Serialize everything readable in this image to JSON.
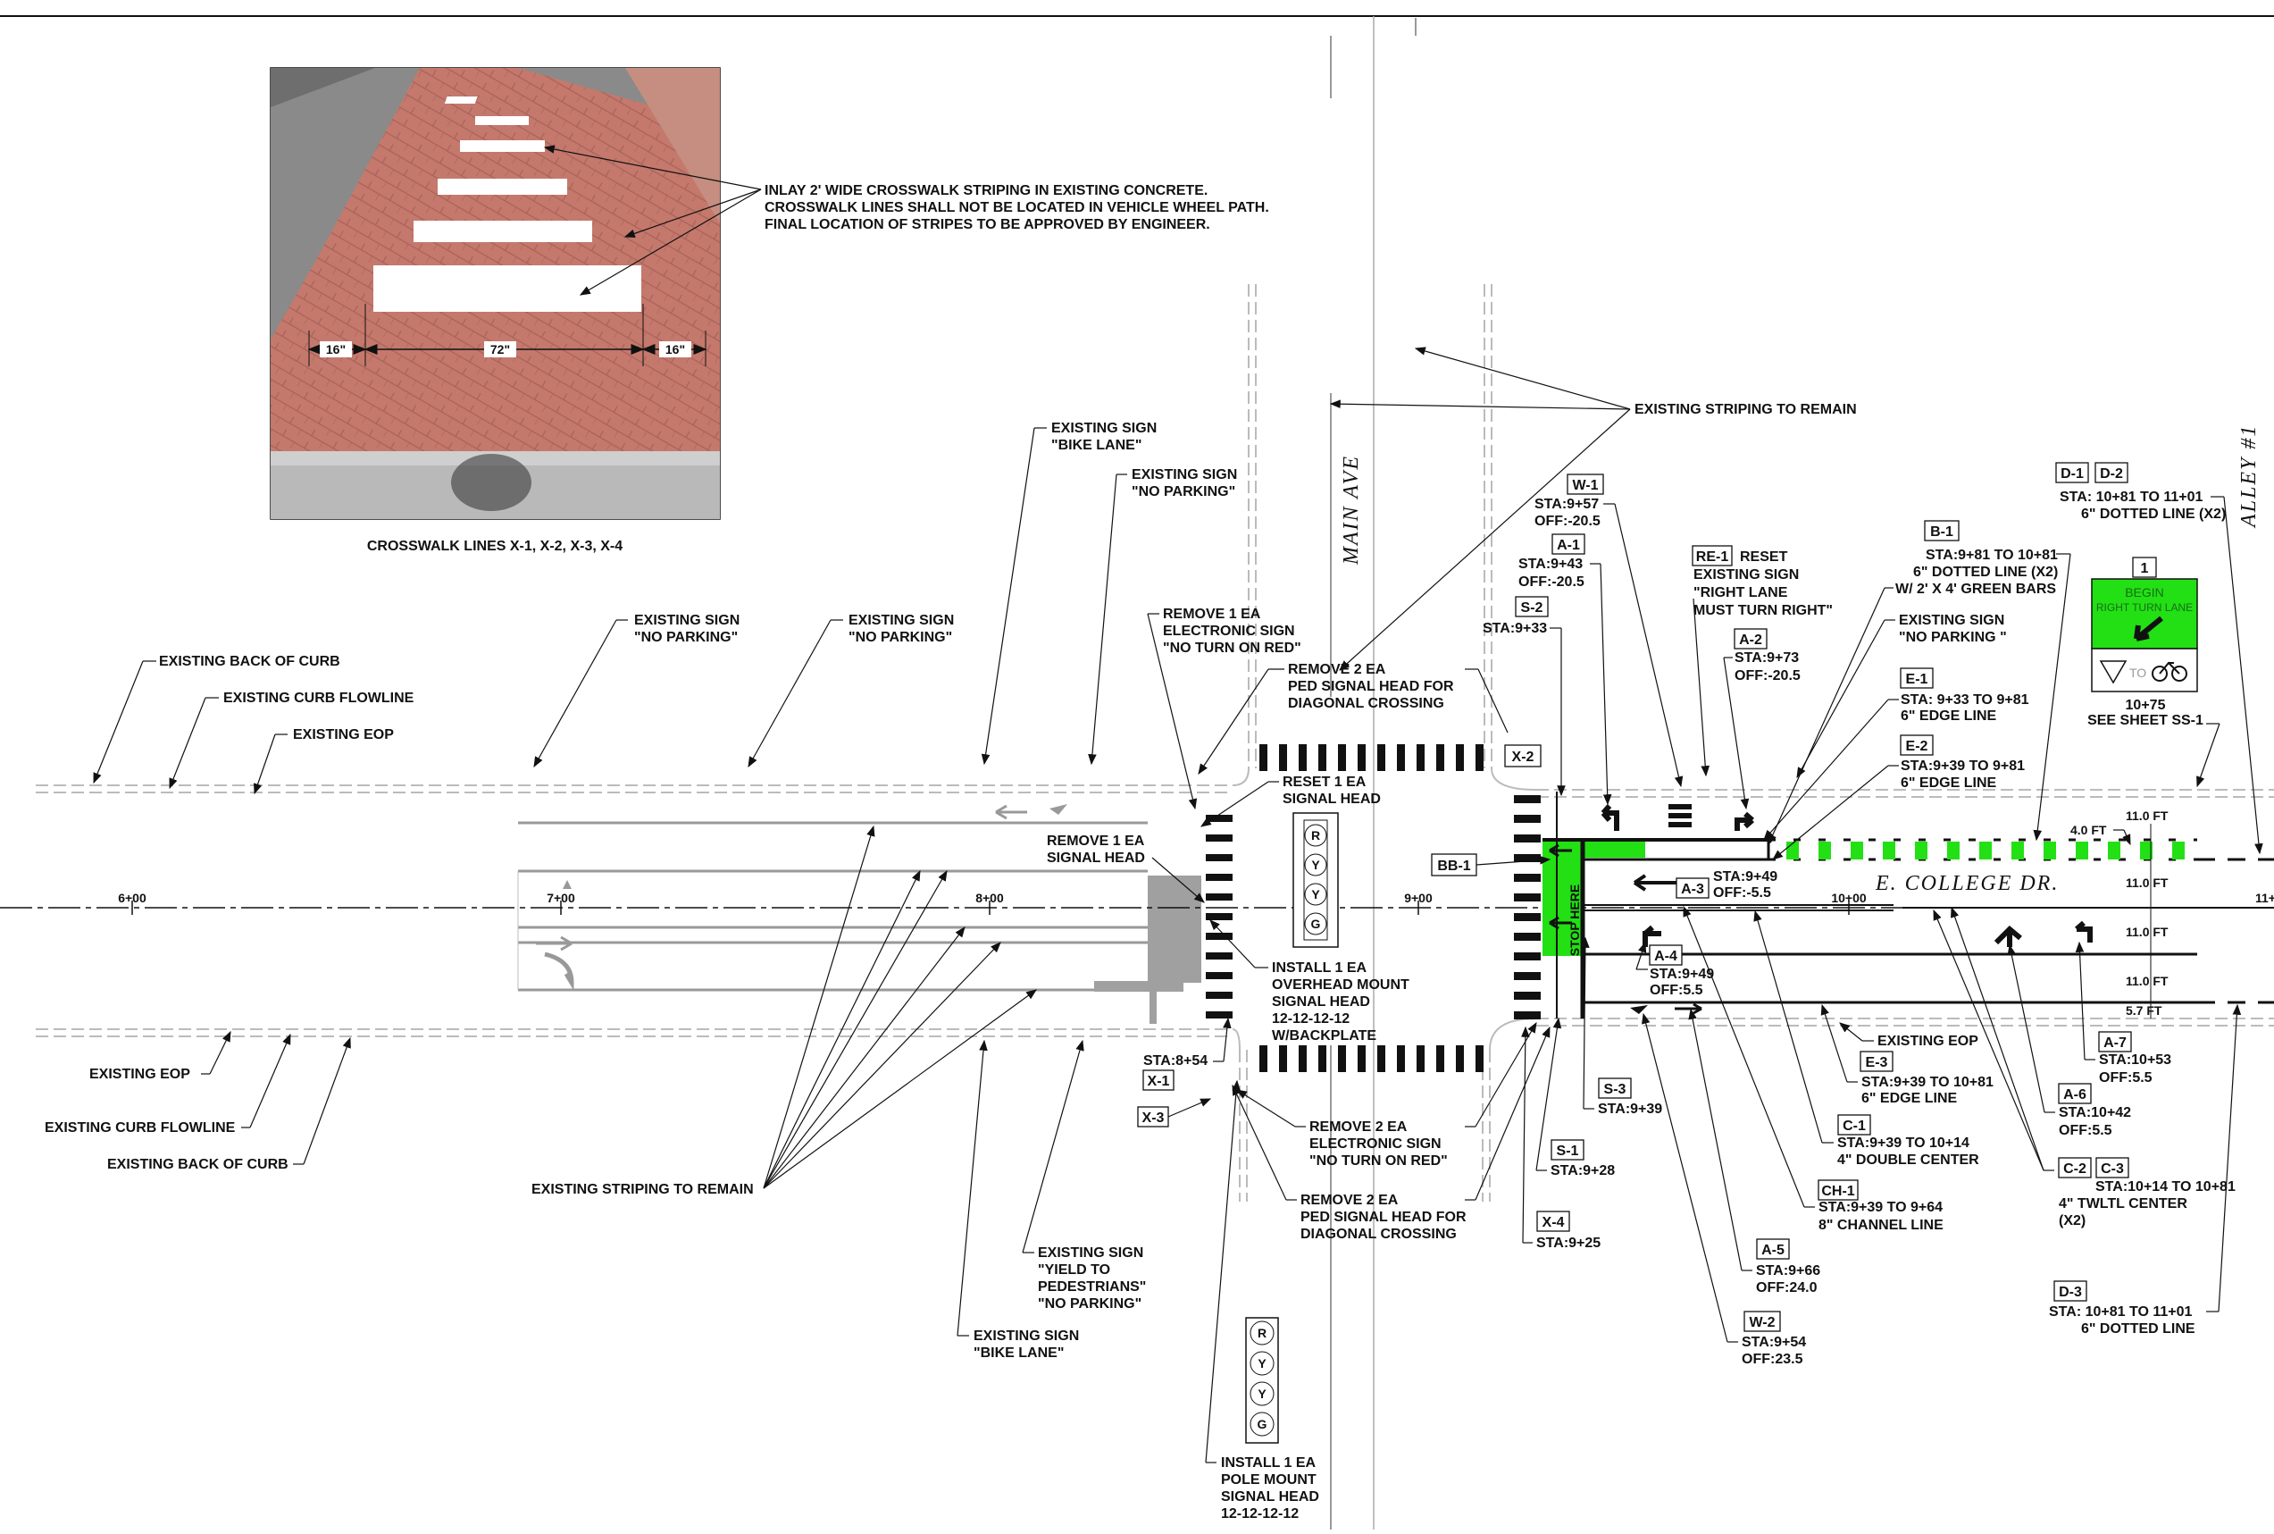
{
  "photo": {
    "caption": "CROSSWALK LINES X-1, X-2, X-3, X-4",
    "dims": [
      "16\"",
      "72\"",
      "16\""
    ]
  },
  "notes": {
    "inlay": [
      "INLAY 2' WIDE CROSSWALK STRIPING IN EXISTING CONCRETE.",
      "CROSSWALK LINES SHALL NOT BE LOCATED IN VEHICLE WHEEL PATH.",
      "FINAL LOCATION OF STRIPES TO BE APPROVED BY ENGINEER."
    ],
    "striping_remain_top": "EXISTING STRIPING TO REMAIN",
    "striping_remain_bottom": "EXISTING STRIPING TO REMAIN",
    "back_curb_top": "EXISTING BACK OF CURB",
    "flowline_top": "EXISTING CURB FLOWLINE",
    "eop_top": "EXISTING EOP",
    "eop_bottom": "EXISTING EOP",
    "flowline_bottom": "EXISTING CURB FLOWLINE",
    "back_curb_bottom": "EXISTING BACK OF CURB",
    "eop_right": "EXISTING EOP",
    "sign_bike_top": [
      "EXISTING SIGN",
      "\"BIKE LANE\""
    ],
    "sign_noparking_1": [
      "EXISTING SIGN",
      "\"NO PARKING\""
    ],
    "sign_noparking_2": [
      "EXISTING SIGN",
      "\"NO PARKING\""
    ],
    "sign_noparking_3": [
      "EXISTING SIGN",
      "\"NO PARKING\""
    ],
    "sign_yield": [
      "EXISTING SIGN",
      "\"YIELD TO",
      "PEDESTRIANS\"",
      "\"NO PARKING\""
    ],
    "sign_bike_bottom": [
      "EXISTING SIGN",
      "\"BIKE LANE\""
    ],
    "remove_electronic_top": [
      "REMOVE 1 EA",
      "ELECTRONIC SIGN",
      "\"NO TURN ON RED\""
    ],
    "remove_ped_top": [
      "REMOVE 2 EA",
      "PED SIGNAL HEAD FOR",
      "DIAGONAL CROSSING"
    ],
    "reset_signal": [
      "RESET 1 EA",
      "SIGNAL HEAD"
    ],
    "remove_signal": [
      "REMOVE 1 EA",
      "SIGNAL HEAD"
    ],
    "install_overhead": [
      "INSTALL 1 EA",
      "OVERHEAD MOUNT",
      "SIGNAL HEAD",
      "12-12-12-12",
      "W/BACKPLATE"
    ],
    "remove_electronic_bottom": [
      "REMOVE 2 EA",
      "ELECTRONIC SIGN",
      "\"NO TURN ON RED\""
    ],
    "remove_ped_bottom": [
      "REMOVE 2 EA",
      "PED SIGNAL HEAD FOR",
      "DIAGONAL CROSSING"
    ],
    "install_pole": [
      "INSTALL 1 EA",
      "POLE MOUNT",
      "SIGNAL HEAD",
      "12-12-12-12"
    ],
    "sta_x1": "STA:8+54",
    "reset_sign": [
      "RESET",
      "EXISTING SIGN",
      "\"RIGHT LANE",
      "MUST TURN RIGHT\""
    ],
    "sign_noparking_right": [
      "EXISTING SIGN",
      "\"NO PARKING \""
    ],
    "sign_ss1": [
      "10+75",
      "SEE SHEET SS-1"
    ],
    "begin_sign": [
      "BEGIN",
      "RIGHT TURN LANE"
    ],
    "bike_to": "TO",
    "stop_here": "STOP HERE",
    "lane_widths": [
      "11.0 FT",
      "11.0 FT",
      "11.0 FT",
      "11.0 FT",
      "5.7 FT"
    ],
    "bike_width": "4.0 FT",
    "w1": [
      "STA:9+57",
      "OFF:-20.5"
    ],
    "a1": [
      "STA:9+43",
      "OFF:-20.5"
    ],
    "s2": "STA:9+33",
    "a2": [
      "STA:9+73",
      "OFF:-20.5"
    ],
    "b1": [
      "STA:9+81 TO 10+81",
      "6\" DOTTED LINE (X2)",
      "W/ 2' X 4' GREEN BARS"
    ],
    "d1d2": [
      "STA:  10+81 TO 11+01",
      "6\" DOTTED LINE (X2)"
    ],
    "e1": [
      "STA:  9+33 TO 9+81",
      "6\" EDGE LINE"
    ],
    "e2": [
      "STA:9+39 TO 9+81",
      "6\" EDGE LINE"
    ],
    "a3": [
      "STA:9+49",
      "OFF:-5.5"
    ],
    "a4": [
      "STA:9+49",
      "OFF:5.5"
    ],
    "s3": "STA:9+39",
    "s1": "STA:9+28",
    "x4": "STA:9+25",
    "e3": [
      "STA:9+39 TO 10+81",
      "6\" EDGE LINE"
    ],
    "c1": [
      "STA:9+39 TO 10+14",
      "4\" DOUBLE CENTER"
    ],
    "ch1": [
      "STA:9+39 TO 9+64",
      "8\" CHANNEL LINE"
    ],
    "a5": [
      "STA:9+66",
      "OFF:24.0"
    ],
    "w2": [
      "STA:9+54",
      "OFF:23.5"
    ],
    "a7": [
      "STA:10+53",
      "OFF:5.5"
    ],
    "a6": [
      "STA:10+42",
      "OFF:5.5"
    ],
    "c2c3": [
      "STA:10+14 TO 10+81",
      "4\" TWLTL CENTER",
      "(X2)"
    ],
    "d3": [
      "STA:  10+81 TO 11+01",
      "6\" DOTTED LINE"
    ]
  },
  "tags": {
    "x1": "X-1",
    "x2": "X-2",
    "x3": "X-3",
    "x4": "X-4",
    "bb1": "BB-1",
    "w1": "W-1",
    "a1": "A-1",
    "s2": "S-2",
    "re1": "RE-1",
    "a2": "A-2",
    "b1": "B-1",
    "d1": "D-1",
    "d2": "D-2",
    "one": "1",
    "e1": "E-1",
    "e2": "E-2",
    "a3": "A-3",
    "a4": "A-4",
    "s3": "S-3",
    "s1": "S-1",
    "e3": "E-3",
    "c1": "C-1",
    "ch1": "CH-1",
    "a5": "A-5",
    "w2": "W-2",
    "a7": "A-7",
    "a6": "A-6",
    "c2": "C-2",
    "c3": "C-3",
    "d3": "D-3"
  },
  "streets": {
    "main": "MAIN  AVE",
    "college": "E.  COLLEGE  DR.",
    "alley": "ALLEY  #1"
  },
  "stations": [
    "6+00",
    "7+00",
    "8+00",
    "9+00",
    "10+00",
    "11+"
  ],
  "signal_letters": [
    "R",
    "Y",
    "Y",
    "G"
  ],
  "colors": {
    "green_paint": "#22e014",
    "pavers": "#c87a6e",
    "concrete": "#a0a0a0"
  }
}
